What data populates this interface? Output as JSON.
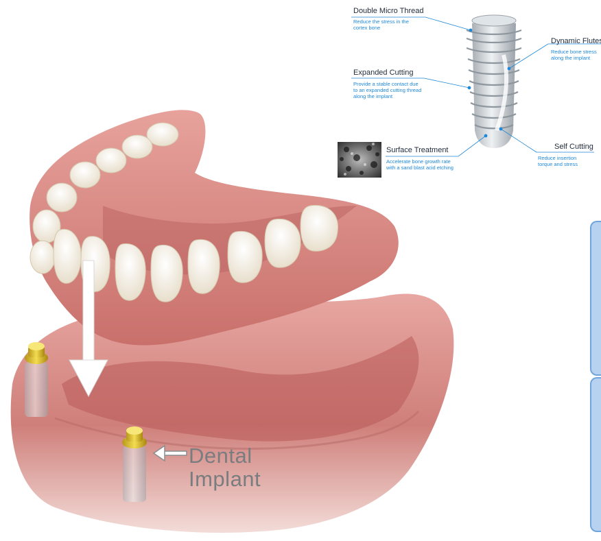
{
  "implant_diagram": {
    "double_micro_thread": {
      "title": "Double Micro Thread",
      "text": "Reduce the stress in the\ncortex bone"
    },
    "dynamic_flutes": {
      "title": "Dynamic Flutes",
      "text": "Reduce bone stress\nalong the implant"
    },
    "expanded_cutting": {
      "title": "Expanded Cutting",
      "text": "Provide a stable contact due\nto an expanded cutting thread\nalong the implant"
    },
    "surface_treatment": {
      "title": "Surface Treatment",
      "text": "Accelerate bone growth rate\nwith a sand blast acid etching"
    },
    "self_cutting": {
      "title": "Self Cutting",
      "text": "Reduce insertion\ntorque and stress"
    }
  },
  "denture_illustration": {
    "label": "Dental\nImplant"
  },
  "colors": {
    "callout_blue": "#1e88d8",
    "gum_pink": "#d98a86",
    "tooth_white": "#f6f1e6",
    "implant_gold": "#d8b822",
    "side_panel": "#b6d2f0"
  }
}
